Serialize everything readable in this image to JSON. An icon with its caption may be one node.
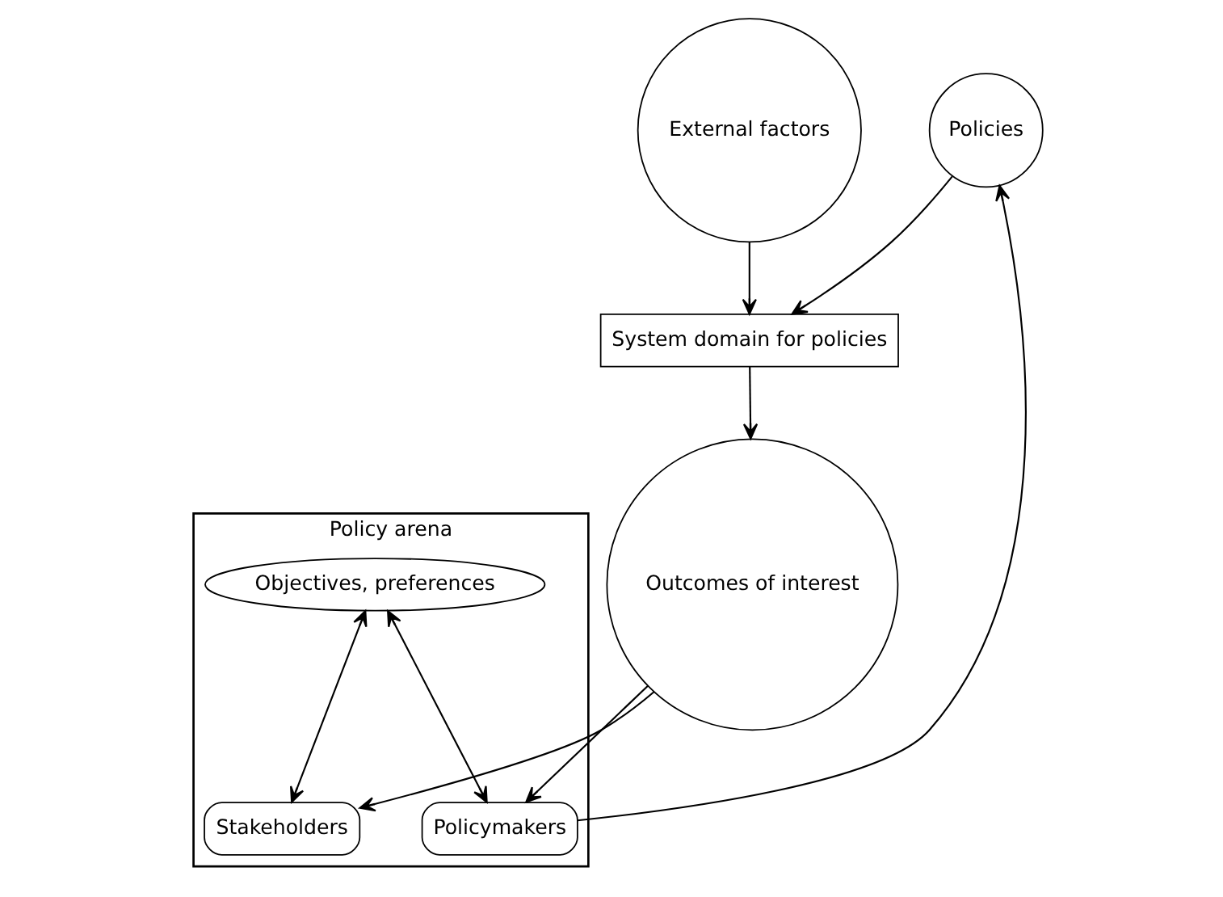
{
  "diagram": {
    "nodes": [
      {
        "text": [
          "Policy arena"
        ]
      },
      {
        "text": [
          "Objectives, preferences"
        ],
        "in": 0
      },
      {
        "text": [
          "Policymakers"
        ],
        "in": 0
      },
      {
        "text": [
          "Stakeholders"
        ],
        "in": 0
      },
      {
        "text": [
          "Policies"
        ]
      },
      {
        "text": [
          "External factors"
        ]
      },
      {
        "text": [
          "System domain for policies"
        ]
      },
      {
        "text": [
          "Outcomes of interest"
        ]
      }
    ],
    "edges": [
      {
        "from": 1,
        "to": 2,
        "arrow": "both"
      },
      {
        "from": 1,
        "to": 3,
        "arrow": "both"
      },
      {
        "from": 2,
        "to": 4,
        "arrow": "to"
      },
      {
        "from": 4,
        "to": 6,
        "arrow": "to"
      },
      {
        "from": 5,
        "to": 6,
        "arrow": "to"
      },
      {
        "from": 6,
        "to": 7,
        "arrow": "to"
      },
      {
        "from": 7,
        "to": 2,
        "arrow": "to"
      },
      {
        "from": 7,
        "to": 3,
        "arrow": "to"
      }
    ]
  }
}
